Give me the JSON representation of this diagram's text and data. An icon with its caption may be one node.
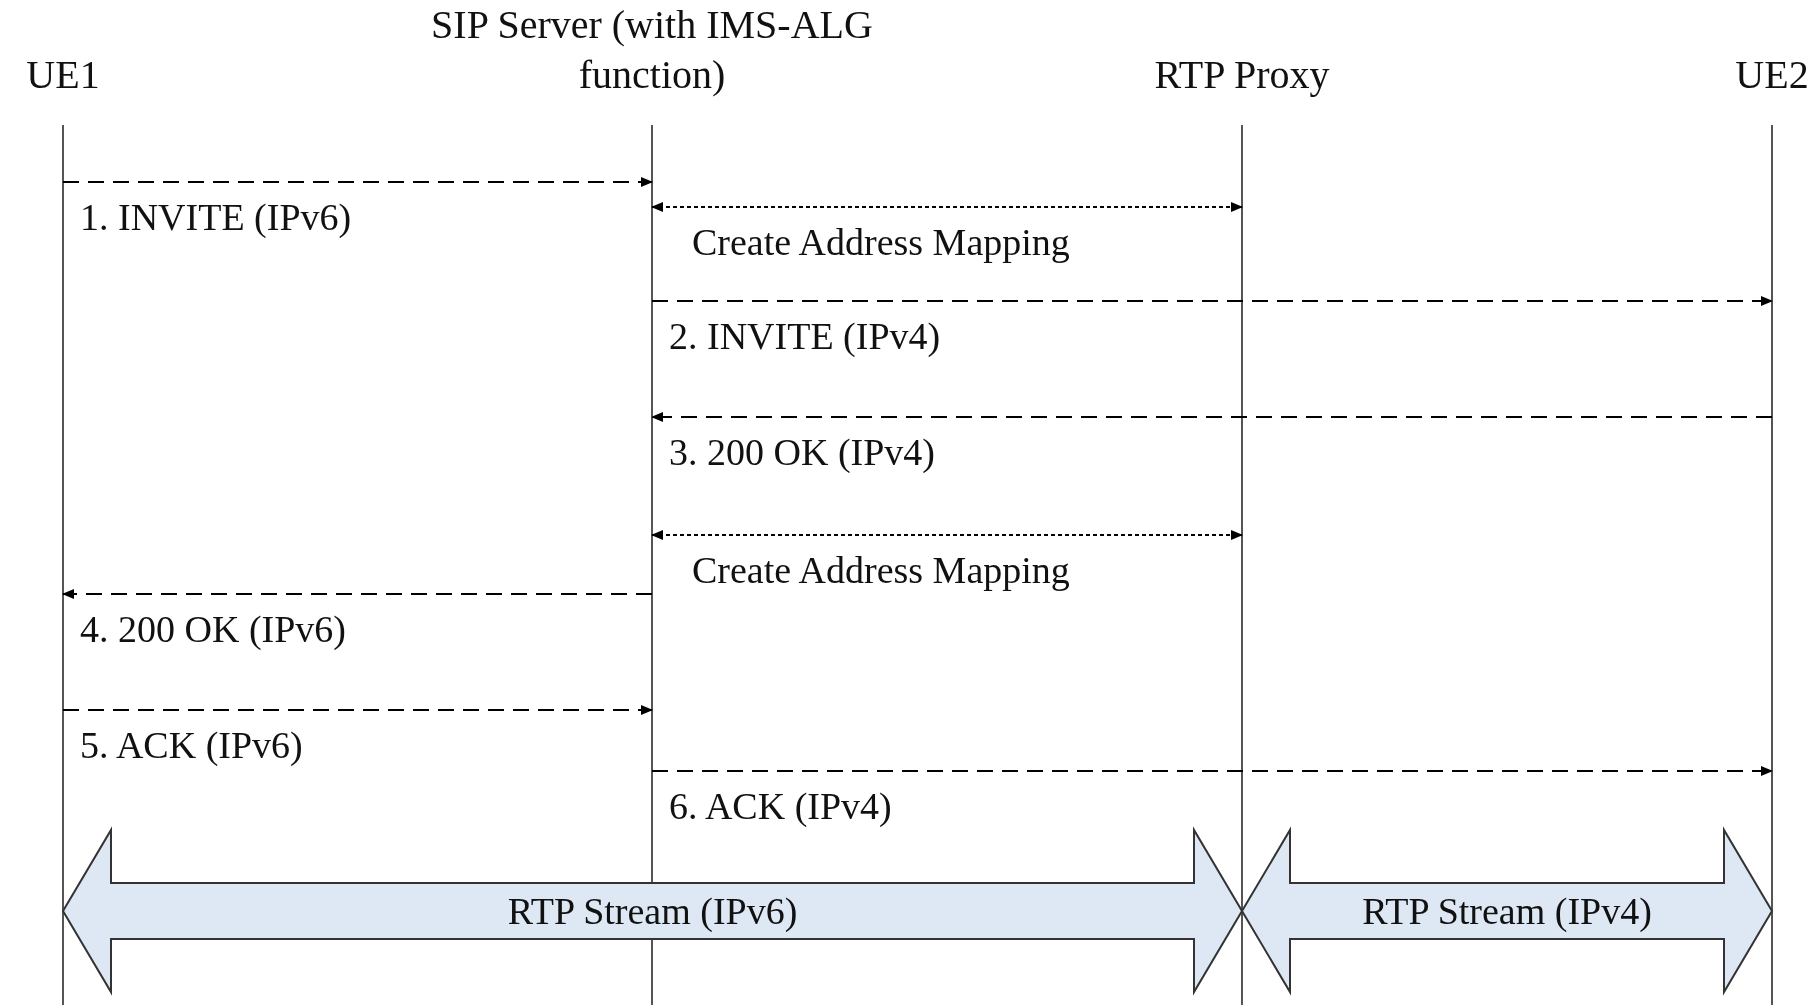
{
  "diagram": {
    "nodes": [
      {
        "text": [
          "UE1"
        ]
      },
      {
        "text": [
          "SIP Server (with IMS-ALG function)"
        ]
      },
      {
        "text": [
          "RTP Proxy"
        ]
      },
      {
        "text": [
          "UE2"
        ]
      }
    ],
    "edges": [
      {
        "from": 0,
        "to": 1,
        "arrow": "to",
        "style": "dashed",
        "label": "1. INVITE (IPv6)"
      },
      {
        "from": 1,
        "to": 2,
        "arrow": "both",
        "label": "Create Address Mapping"
      },
      {
        "from": 1,
        "to": 3,
        "arrow": "to",
        "style": "dashed",
        "label": "2. INVITE (IPv4)"
      },
      {
        "from": 3,
        "to": 1,
        "arrow": "to",
        "style": "dashed",
        "label": "3. 200 OK (IPv4)"
      },
      {
        "from": 1,
        "to": 2,
        "arrow": "both",
        "label": "Create Address Mapping"
      },
      {
        "from": 1,
        "to": 0,
        "arrow": "to",
        "style": "dashed",
        "label": "4. 200 OK (IPv6)"
      },
      {
        "from": 0,
        "to": 1,
        "arrow": "to",
        "style": "dashed",
        "label": "5. ACK (IPv6)"
      },
      {
        "from": 1,
        "to": 3,
        "arrow": "to",
        "style": "dashed",
        "label": "6. ACK (IPv4)"
      },
      {
        "from": 0,
        "to": 2,
        "arrow": "both",
        "style": "thick",
        "label": "RTP Stream (IPv6)"
      },
      {
        "from": 2,
        "to": 3,
        "arrow": "both",
        "style": "thick",
        "label": "RTP Stream (IPv4)"
      }
    ]
  }
}
